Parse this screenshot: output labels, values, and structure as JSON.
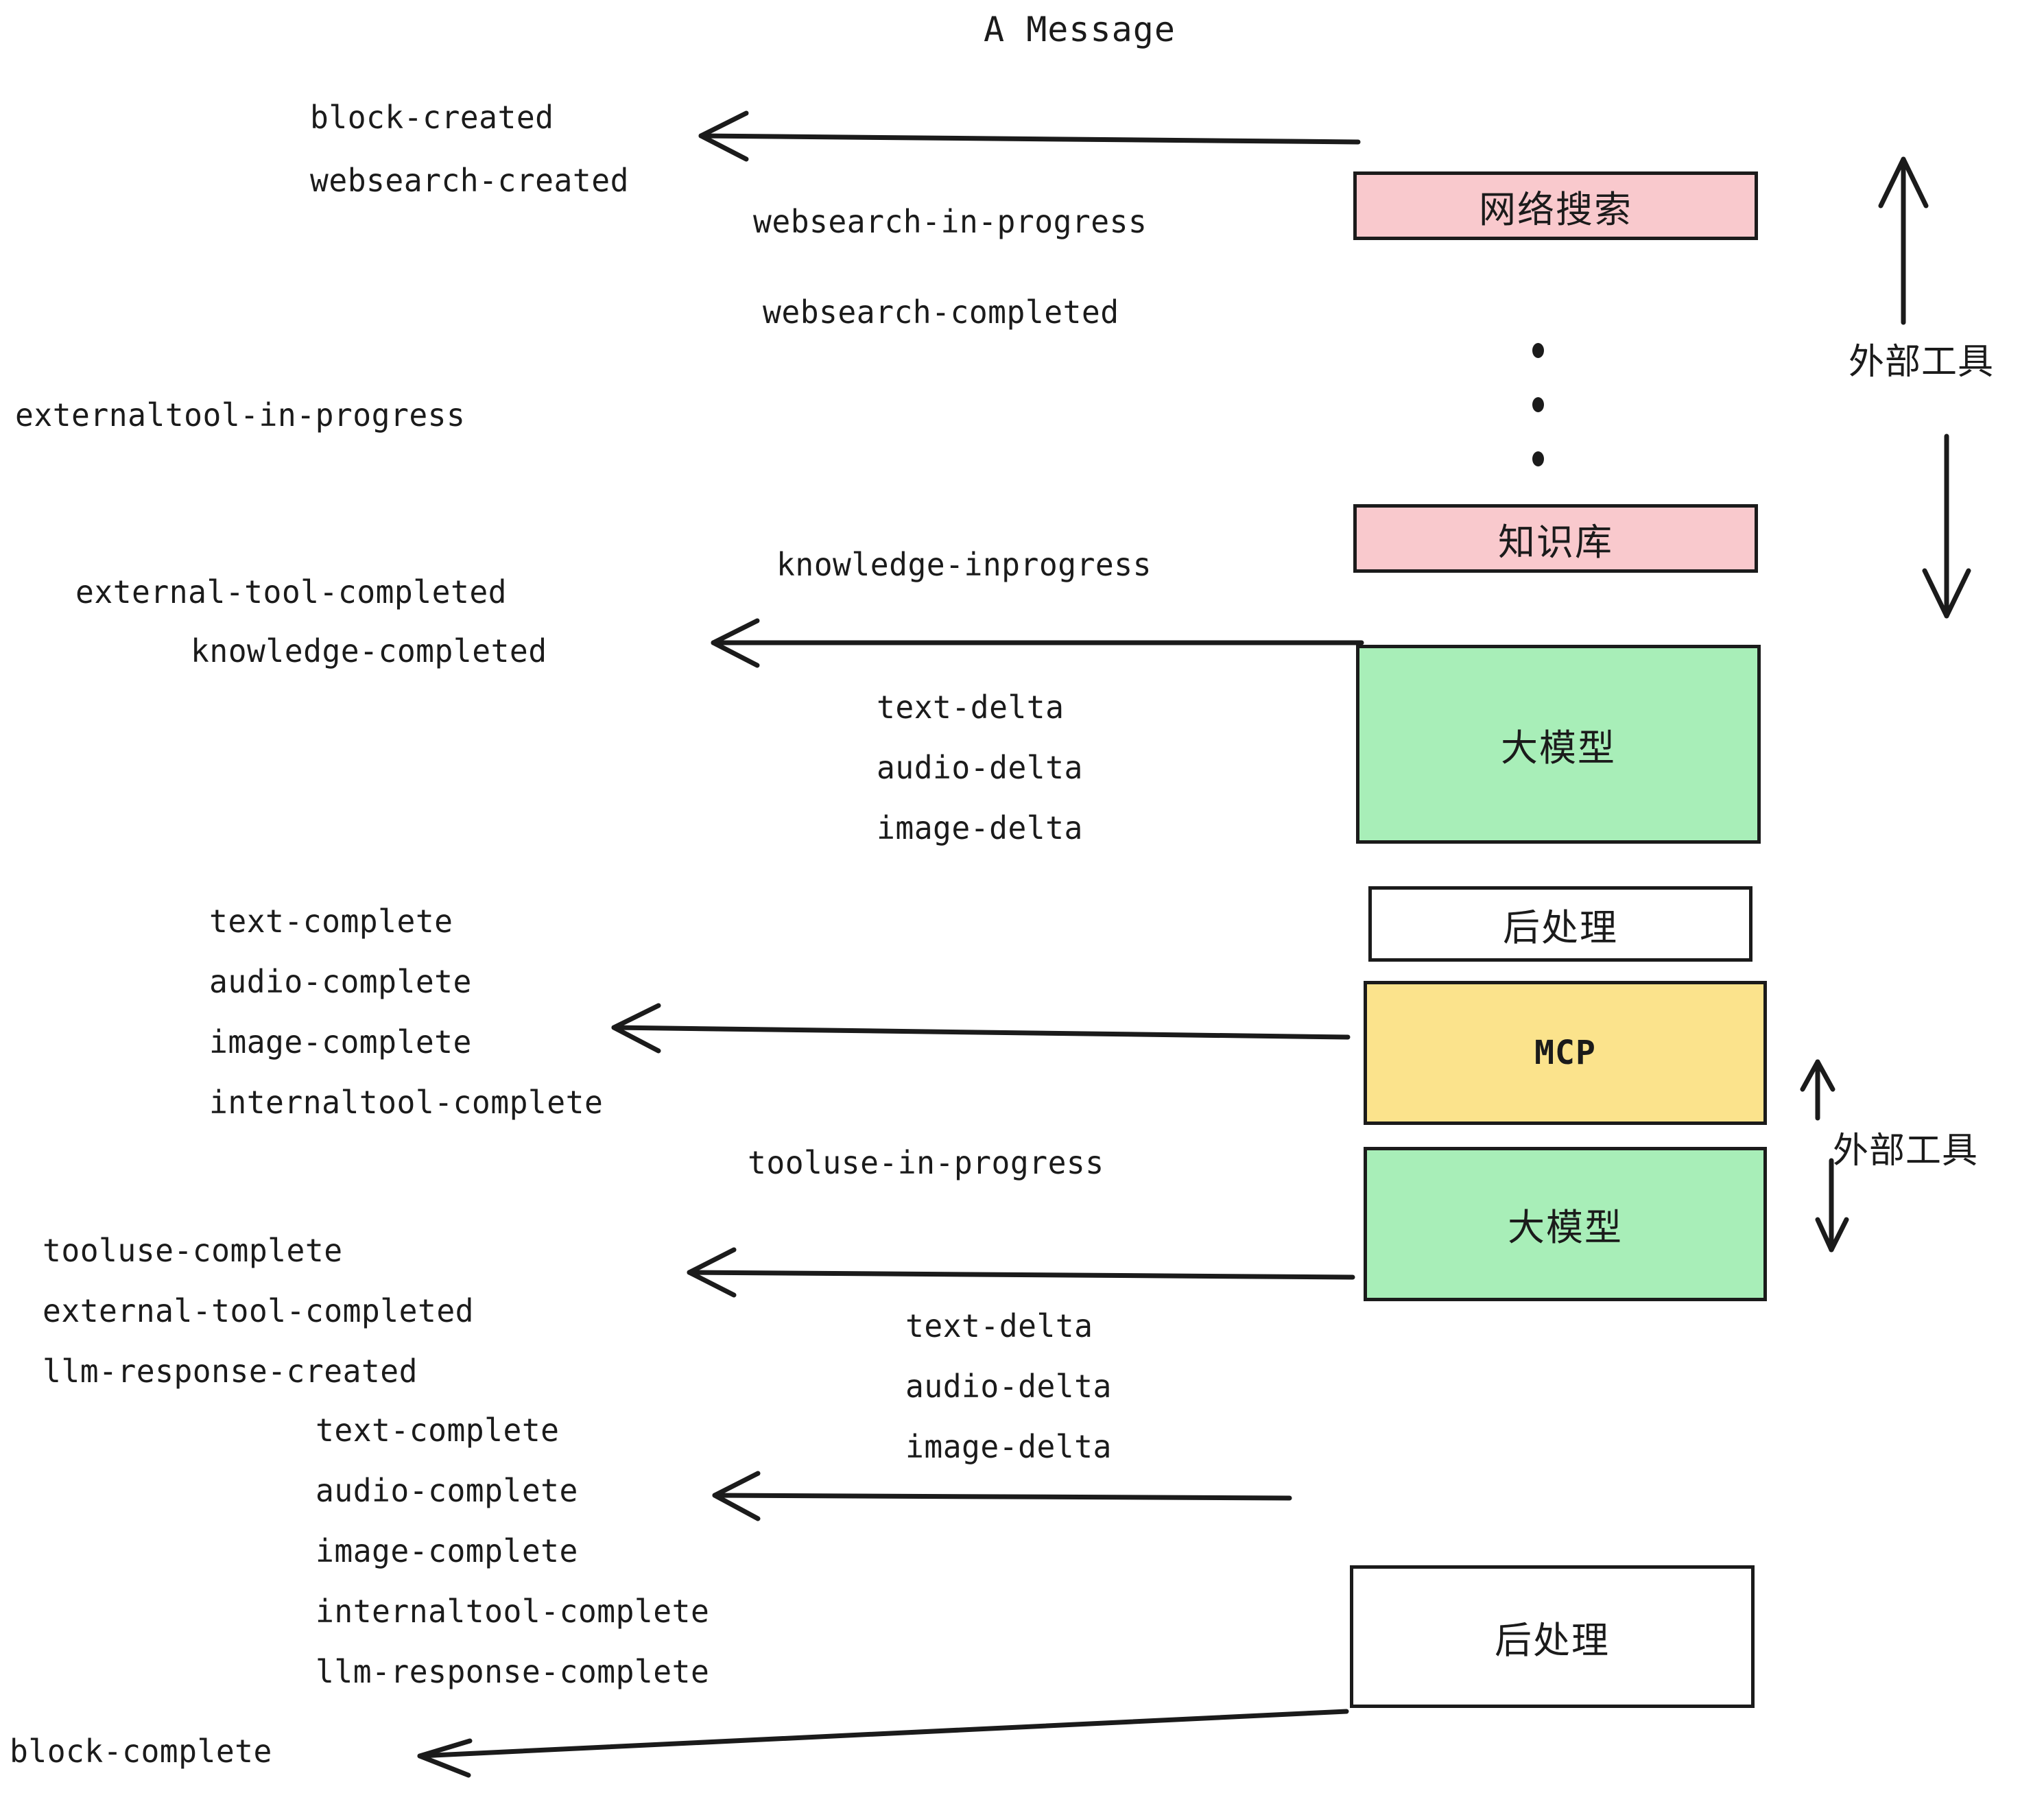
{
  "title": "A Message",
  "colors": {
    "external_tool_fill": "#f9c9cd",
    "llm_fill": "#a8eeb8",
    "mcp_fill": "#fbe38c",
    "postprocess_fill": "#ffffff",
    "stroke": "#1b1b1b",
    "background": "#ffffff"
  },
  "boxes": [
    {
      "id": "websearch",
      "label": "网络搜索",
      "kind": "external-tool"
    },
    {
      "id": "knowledge",
      "label": "知识库",
      "kind": "external-tool"
    },
    {
      "id": "llm-top",
      "label": "大模型",
      "kind": "llm"
    },
    {
      "id": "postprocess-top",
      "label": "后处理",
      "kind": "postprocess"
    },
    {
      "id": "mcp",
      "label": "MCP",
      "kind": "mcp"
    },
    {
      "id": "llm-bottom",
      "label": "大模型",
      "kind": "llm"
    },
    {
      "id": "postprocess-bottom",
      "label": "后处理",
      "kind": "postprocess"
    }
  ],
  "group_labels": [
    {
      "id": "external-tool-top",
      "label": "外部工具"
    },
    {
      "id": "external-tool-bottom",
      "label": "外部工具"
    }
  ],
  "events": {
    "block_created": "block-created",
    "websearch_created": "websearch-created",
    "websearch_in_progress": "websearch-in-progress",
    "websearch_completed": "websearch-completed",
    "externaltool_in_progress": "externaltool-in-progress",
    "knowledge_inprogress": "knowledge-inprogress",
    "external_tool_completed_1": "external-tool-completed",
    "knowledge_completed": "knowledge-completed",
    "text_delta_1": "text-delta",
    "audio_delta_1": "audio-delta",
    "image_delta_1": "image-delta",
    "text_complete_1": "text-complete",
    "audio_complete_1": "audio-complete",
    "image_complete_1": "image-complete",
    "internaltool_complete_1": "internaltool-complete",
    "tooluse_in_progress": "tooluse-in-progress",
    "tooluse_complete": "tooluse-complete",
    "external_tool_completed_2": "external-tool-completed",
    "llm_response_created": "llm-response-created",
    "text_delta_2": "text-delta",
    "audio_delta_2": "audio-delta",
    "image_delta_2": "image-delta",
    "text_complete_2": "text-complete",
    "audio_complete_2": "audio-complete",
    "image_complete_2": "image-complete",
    "internaltool_complete_2": "internaltool-complete",
    "llm_response_complete": "llm-response-complete",
    "block_complete": "block-complete"
  }
}
